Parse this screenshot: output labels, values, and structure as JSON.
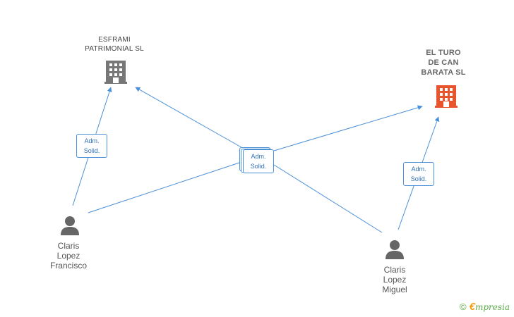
{
  "companies": [
    {
      "id": "esframi",
      "lines": [
        "ESFRAMI",
        "PATRIMONIAL SL"
      ],
      "color": "#777777"
    },
    {
      "id": "el-turo",
      "lines": [
        "EL TURO",
        "DE CAN",
        "BARATA SL"
      ],
      "color": "#e8552c"
    }
  ],
  "persons": [
    {
      "id": "francisco",
      "lines": [
        "Claris",
        "Lopez",
        "Francisco"
      ],
      "color": "#666666"
    },
    {
      "id": "miguel",
      "lines": [
        "Claris",
        "Lopez",
        "Miguel"
      ],
      "color": "#666666"
    }
  ],
  "roles": {
    "francisco_esframi": [
      "Adm.",
      "Solid."
    ],
    "center": [
      "Adm.",
      "Solid."
    ],
    "miguel_elturo": [
      "Adm.",
      "Solid."
    ]
  },
  "edge_color": "#4a90d9",
  "footer": {
    "copyright": "©",
    "brand_initial": "€",
    "brand_rest": "mpresia"
  }
}
